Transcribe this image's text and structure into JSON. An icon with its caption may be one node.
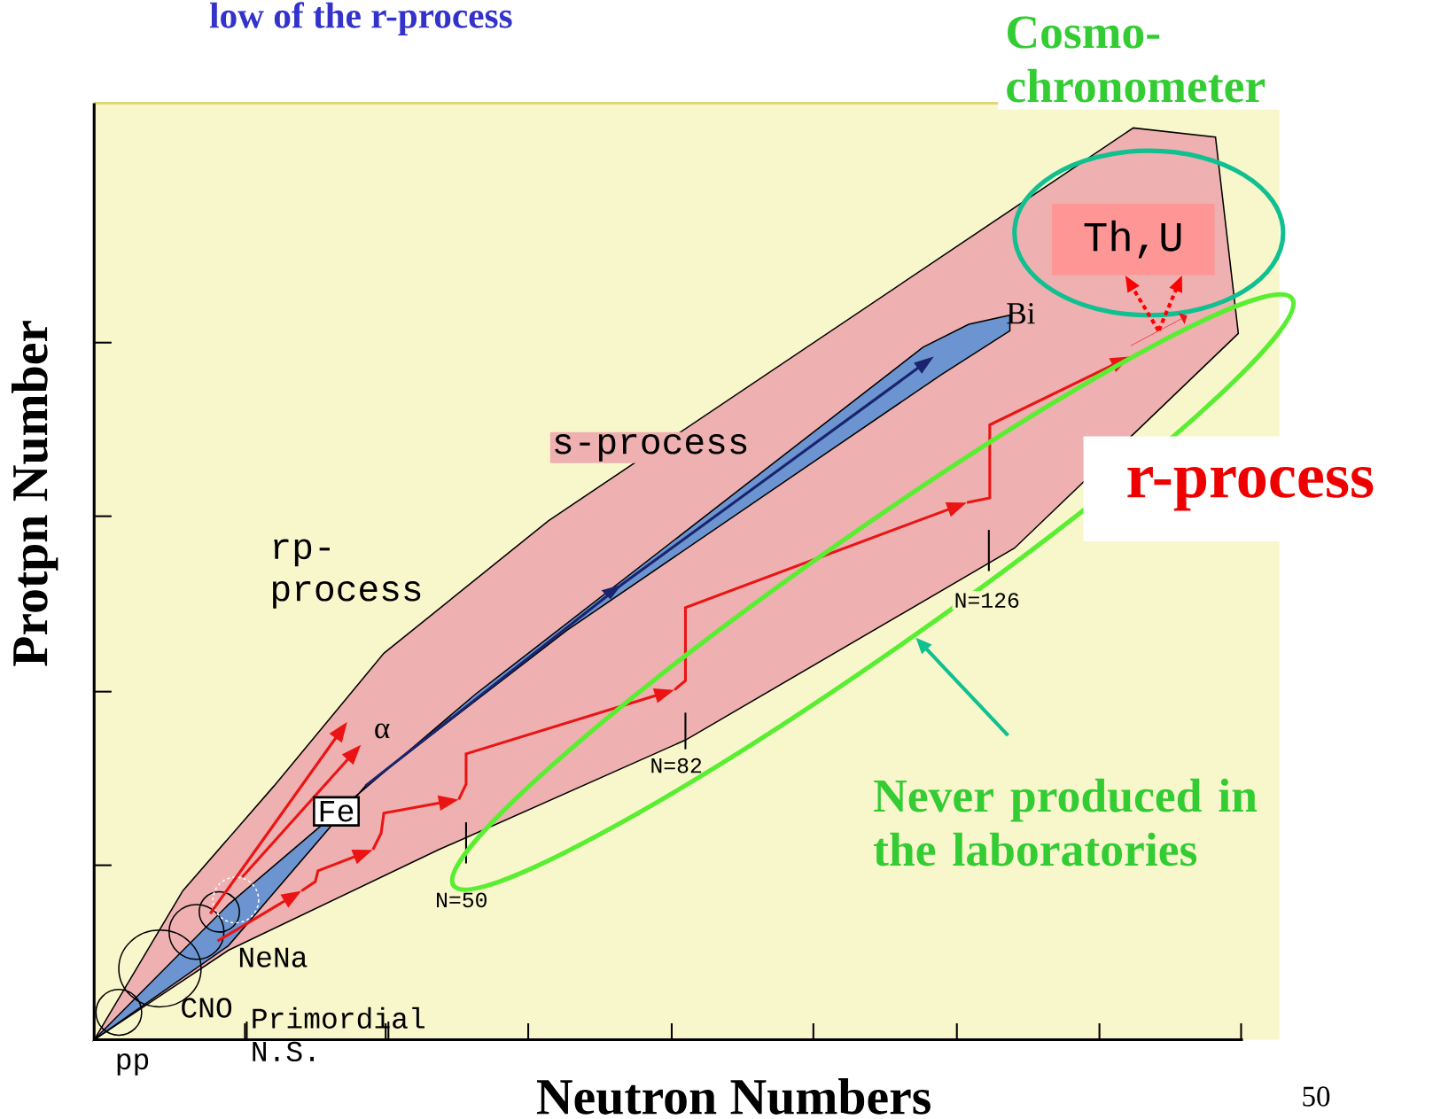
{
  "diagram": {
    "title": "low of the r-process",
    "nodes": [
      {
        "text": [
          "Cosmo-chronometer"
        ]
      },
      {
        "text": [
          "Th,U"
        ],
        "in": 0
      },
      {
        "text": [],
        "shape": "circle"
      },
      {
        "text": [
          "Never produced in the laboratories"
        ]
      },
      {
        "text": [
          "Fe"
        ]
      },
      {
        "text": [],
        "shape": "arrow"
      }
    ],
    "edges": [
      {
        "from": 3,
        "to": 2,
        "arrow": "to",
        "color": "#10c090"
      },
      {
        "from": 5,
        "to": 1,
        "arrow": "to",
        "style": "dashed",
        "color": "#ff0000"
      },
      {
        "from": 5,
        "to": 1,
        "arrow": "to",
        "style": "dashed",
        "color": "#ff0000"
      }
    ],
    "labels": [
      "s-process",
      "rp- process",
      "α",
      "Bi",
      "r-process",
      "N=126",
      "Protpn Number",
      "N=82",
      "N=50",
      "NeNa",
      "CNO",
      "Primordial N.S.",
      "pp",
      "Neutron Numbers",
      "50"
    ]
  }
}
